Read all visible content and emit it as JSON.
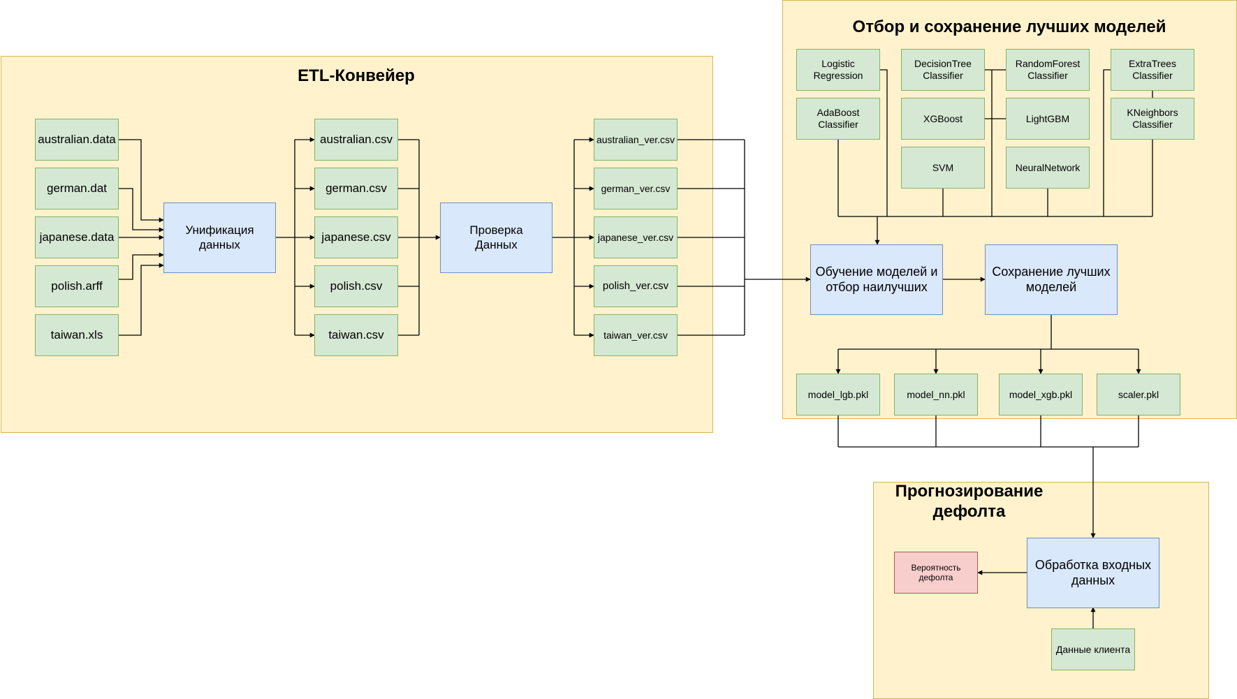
{
  "groups": {
    "etl": "ETL-Конвейер",
    "models": "Отбор и сохранение лучших моделей",
    "predict": "Прогнозирование\nдефолта"
  },
  "sources": [
    "australian.data",
    "german.dat",
    "japanese.data",
    "polish.arff",
    "taiwan.xls"
  ],
  "csv": [
    "australian.csv",
    "german.csv",
    "japanese.csv",
    "polish.csv",
    "taiwan.csv"
  ],
  "verified": [
    "australian_ver.csv",
    "german_ver.csv",
    "japanese_ver.csv",
    "polish_ver.csv",
    "taiwan_ver.csv"
  ],
  "process": {
    "unify": "Унификация\nданных",
    "check": "Проверка\nДанных",
    "train": "Обучение моделей и\nотбор наилучших",
    "save": "Сохранение лучших\nмоделей",
    "handle": "Обработка входных\nданных"
  },
  "classifiers": {
    "logreg": "Logistic\nRegression",
    "tree": "DecisionTree\nClassifier",
    "forest": "RandomForest\nClassifier",
    "extra": "ExtraTrees\nClassifier",
    "ada": "AdaBoost\nClassifier",
    "xgb": "XGBoost",
    "lgbm": "LightGBM",
    "knn": "KNeighbors\nClassifier",
    "svm": "SVM",
    "nn": "NeuralNetwork"
  },
  "artifacts": [
    "model_lgb.pkl",
    "model_nn.pkl",
    "model_xgb.pkl",
    "scaler.pkl"
  ],
  "prediction": {
    "probability": "Вероятность\nдефолта",
    "client": "Данные клиента"
  },
  "colors": {
    "group_fill": "#fff2cc",
    "group_stroke": "#d6b656",
    "data_fill": "#d5e8d4",
    "data_stroke": "#82b366",
    "process_fill": "#dae8fc",
    "process_stroke": "#6c8ebf",
    "result_fill": "#f8cecc",
    "result_stroke": "#b85450"
  }
}
